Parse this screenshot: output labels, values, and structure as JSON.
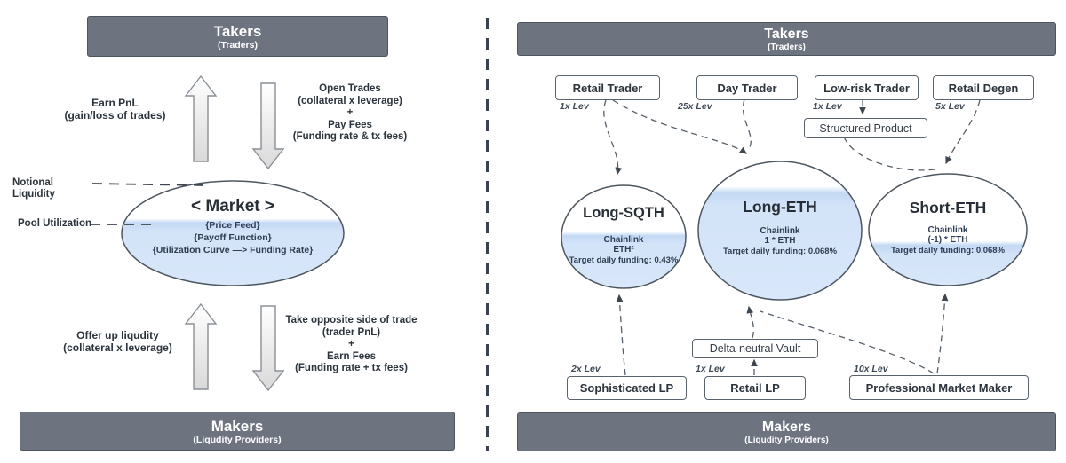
{
  "colors": {
    "bar_background": "#6d7480",
    "ellipse_fill": "#d3e3f8",
    "outline": "#4d565f",
    "connector": "#555f6a"
  },
  "left_panel": {
    "takers_bar": {
      "title": "Takers",
      "subtitle": "(Traders)"
    },
    "makers_bar": {
      "title": "Makers",
      "subtitle": "(Liqudity Providers)"
    },
    "earn_pnl": {
      "line1": "Earn PnL",
      "line2": "(gain/loss of trades)"
    },
    "open_trades": {
      "line1": "Open Trades",
      "line2": "(collateral x leverage)",
      "line3": "+",
      "line4": "Pay Fees",
      "line5": "(Funding rate & tx fees)"
    },
    "offer_liquidity": {
      "line1": "Offer up liqudity",
      "line2": "(collateral x leverage)"
    },
    "take_opposite": {
      "line1": "Take opposite side of trade",
      "line2": "(trader PnL)",
      "line3": "+",
      "line4": "Earn Fees",
      "line5": "(Funding rate + tx fees)"
    },
    "notional_liquidity_label": "Notional Liquidity",
    "pool_utilization_label": "Pool Utilization",
    "market": {
      "title": "< Market >",
      "detail1": "{Price Feed}",
      "detail2": "{Payoff Function}",
      "detail3": "{Utilization Curve —> Funding Rate}"
    }
  },
  "right_panel": {
    "takers_bar": {
      "title": "Takers",
      "subtitle": "(Traders)"
    },
    "makers_bar": {
      "title": "Makers",
      "subtitle": "(Liqudity Providers)"
    },
    "traders": [
      {
        "label": "Retail Trader",
        "leverage": "1x Lev"
      },
      {
        "label": "Day Trader",
        "leverage": "25x Lev"
      },
      {
        "label": "Low-risk Trader",
        "leverage": "1x Lev"
      },
      {
        "label": "Retail Degen",
        "leverage": "5x Lev"
      }
    ],
    "structured_product_label": "Structured Product",
    "markets": [
      {
        "title": "Long-SQTH",
        "oracle": "Chainlink",
        "payoff": "ETH²",
        "funding": "Target daily funding: 0.43%"
      },
      {
        "title": "Long-ETH",
        "oracle": "Chainlink",
        "payoff": "1 * ETH",
        "funding": "Target daily funding: 0.068%"
      },
      {
        "title": "Short-ETH",
        "oracle": "Chainlink",
        "payoff": "(-1) * ETH",
        "funding": "Target daily funding: 0.068%"
      }
    ],
    "delta_neutral_vault_label": "Delta-neutral Vault",
    "lps": [
      {
        "label": "Sophisticated LP",
        "leverage": "2x Lev"
      },
      {
        "label": "Retail LP",
        "leverage": "1x Lev"
      },
      {
        "label": "Professional Market Maker",
        "leverage": "10x Lev"
      }
    ]
  }
}
